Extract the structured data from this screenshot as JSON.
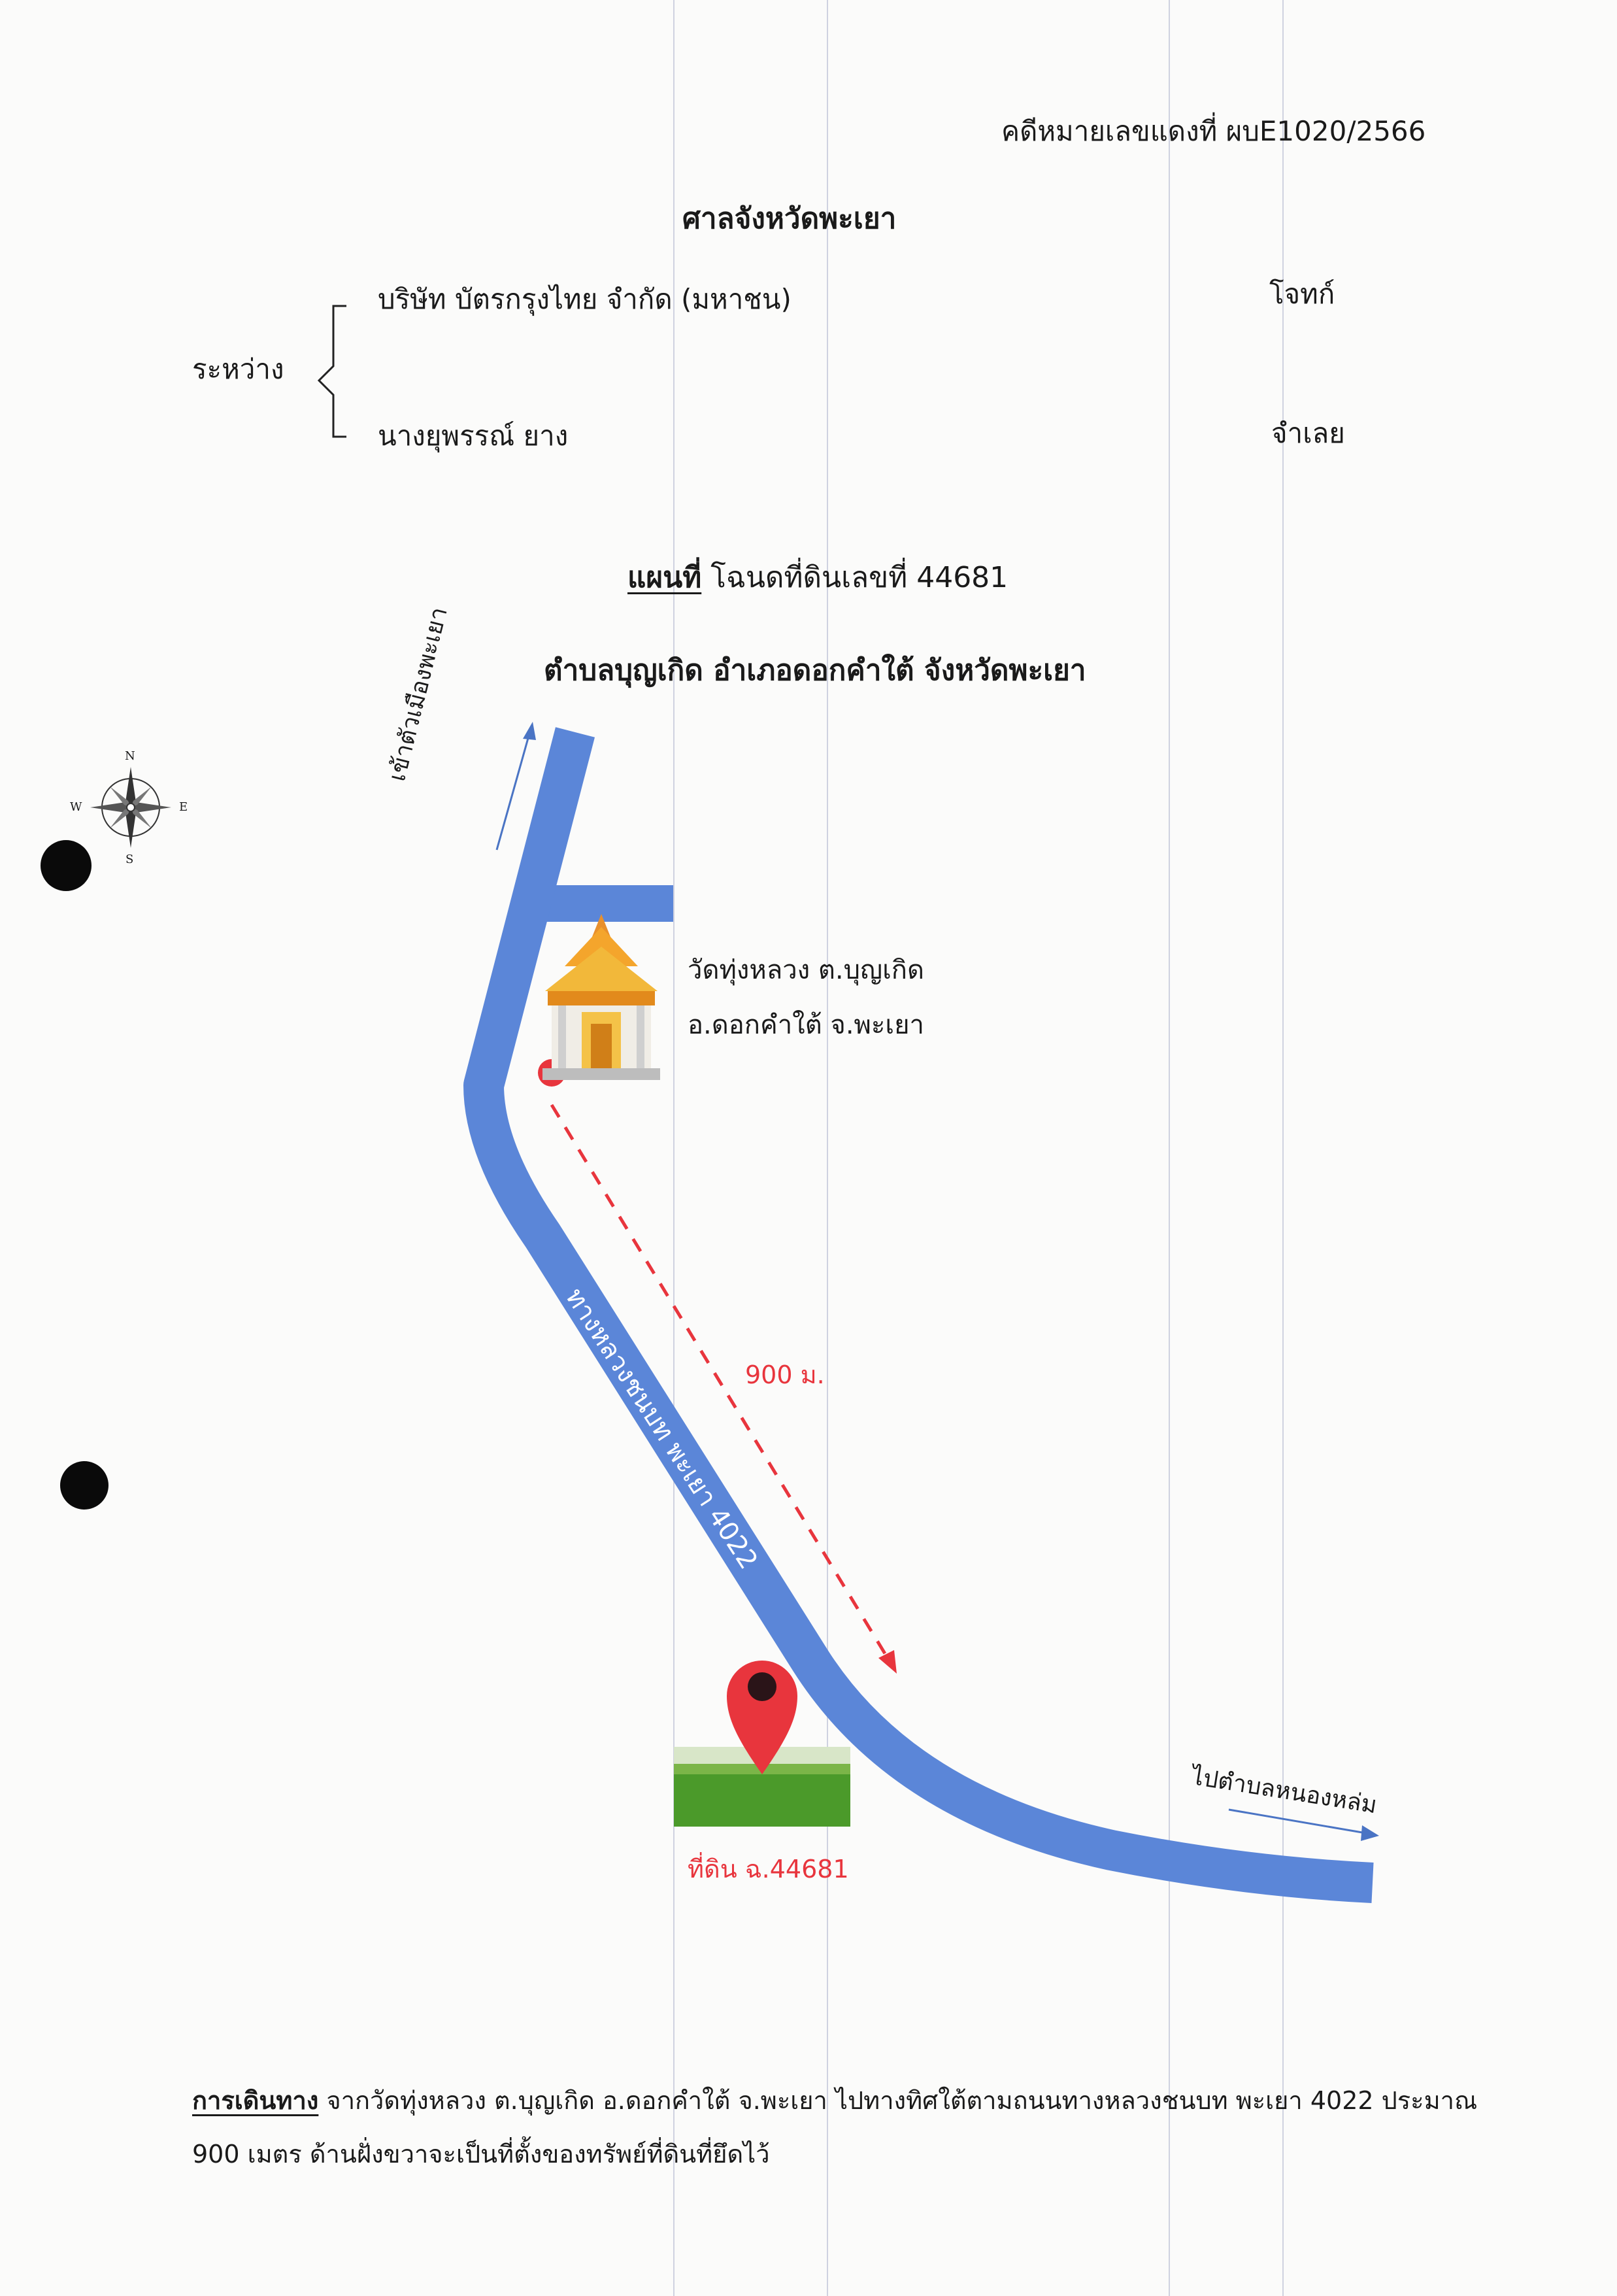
{
  "header": {
    "case_number": "คดีหมายเลขแดงที่ ผบE1020/2566",
    "court": "ศาลจังหวัดพะเยา"
  },
  "parties": {
    "between_label": "ระหว่าง",
    "plaintiff_name": "บริษัท บัตรกรุงไทย จำกัด (มหาชน)",
    "plaintiff_role": "โจทก์",
    "defendant_name": "นางยุพรรณ์ ยาง",
    "defendant_role": "จำเลย"
  },
  "map_title": {
    "prefix": "แผนที่",
    "rest": " โฉนดที่ดินเลขที่ 44681",
    "location": "ตำบลบุญเกิด อำเภอดอกคำใต้ จังหวัดพะเยา"
  },
  "compass": {
    "north": "N",
    "south": "S",
    "east": "E",
    "west": "W"
  },
  "map": {
    "road_to_city": "เข้าตัวเมืองพะเยา",
    "road_name": "ทางหลวงชนบท พะเยา 4022",
    "road_to_district": "ไปตำบลหนองหล่ม",
    "temple_line1": "วัดทุ่งหลวง ต.บุญเกิด",
    "temple_line2": "อ.ดอกคำใต้ จ.พะเยา",
    "distance": "900 ม.",
    "land_label": "ที่ดิน ฉ.44681",
    "road_color": "#5b86d8",
    "accent_color": "#e8353d",
    "temple_icon": "temple-icon",
    "marker_icon": "map-pin-icon",
    "land_icon": "rice-field-image"
  },
  "directions": {
    "label": "การเดินทาง",
    "line1": " จากวัดทุ่งหลวง ต.บุญเกิด อ.ดอกคำใต้ จ.พะเยา ไปทางทิศใต้ตามถนนทางหลวงชนบท พะเยา 4022 ประมาณ",
    "line2": "900 เมตร ด้านฝั่งขวาจะเป็นที่ตั้งของทรัพย์ที่ดินที่ยึดไว้"
  }
}
